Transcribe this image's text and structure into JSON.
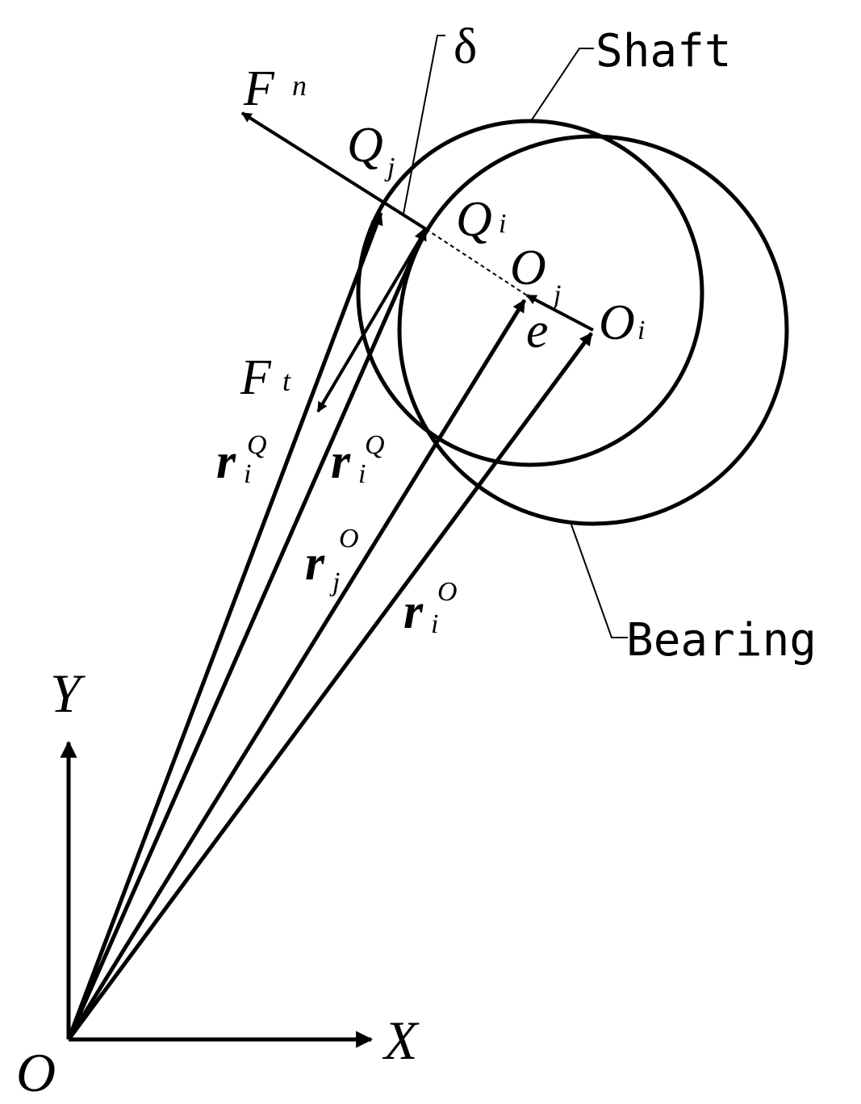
{
  "labels": {
    "delta": "δ",
    "shaft": "Shaft",
    "bearing": "Bearing",
    "Fn_main": "F",
    "Fn_sub": "n",
    "Ft_main": "F",
    "Ft_sub": "t",
    "Qj_main": "Q",
    "Qj_sub": "j",
    "Qi_main": "Q",
    "Qi_sub": "i",
    "Oj_main": "O",
    "Oj_sub": "j",
    "Oi_main": "O",
    "Oi_sub": "i",
    "e": "e",
    "r1_main": "r",
    "r1_sub": "i",
    "r1_sup": "Q",
    "r2_main": "r",
    "r2_sub": "i",
    "r2_sup": "Q",
    "r3_main": "r",
    "r3_sub": "j",
    "r3_sup": "O",
    "r4_main": "r",
    "r4_sub": "i",
    "r4_sup": "O",
    "Y": "Y",
    "X": "X",
    "O": "O"
  },
  "colors": {
    "ink": "#000000",
    "background": "#ffffff"
  }
}
